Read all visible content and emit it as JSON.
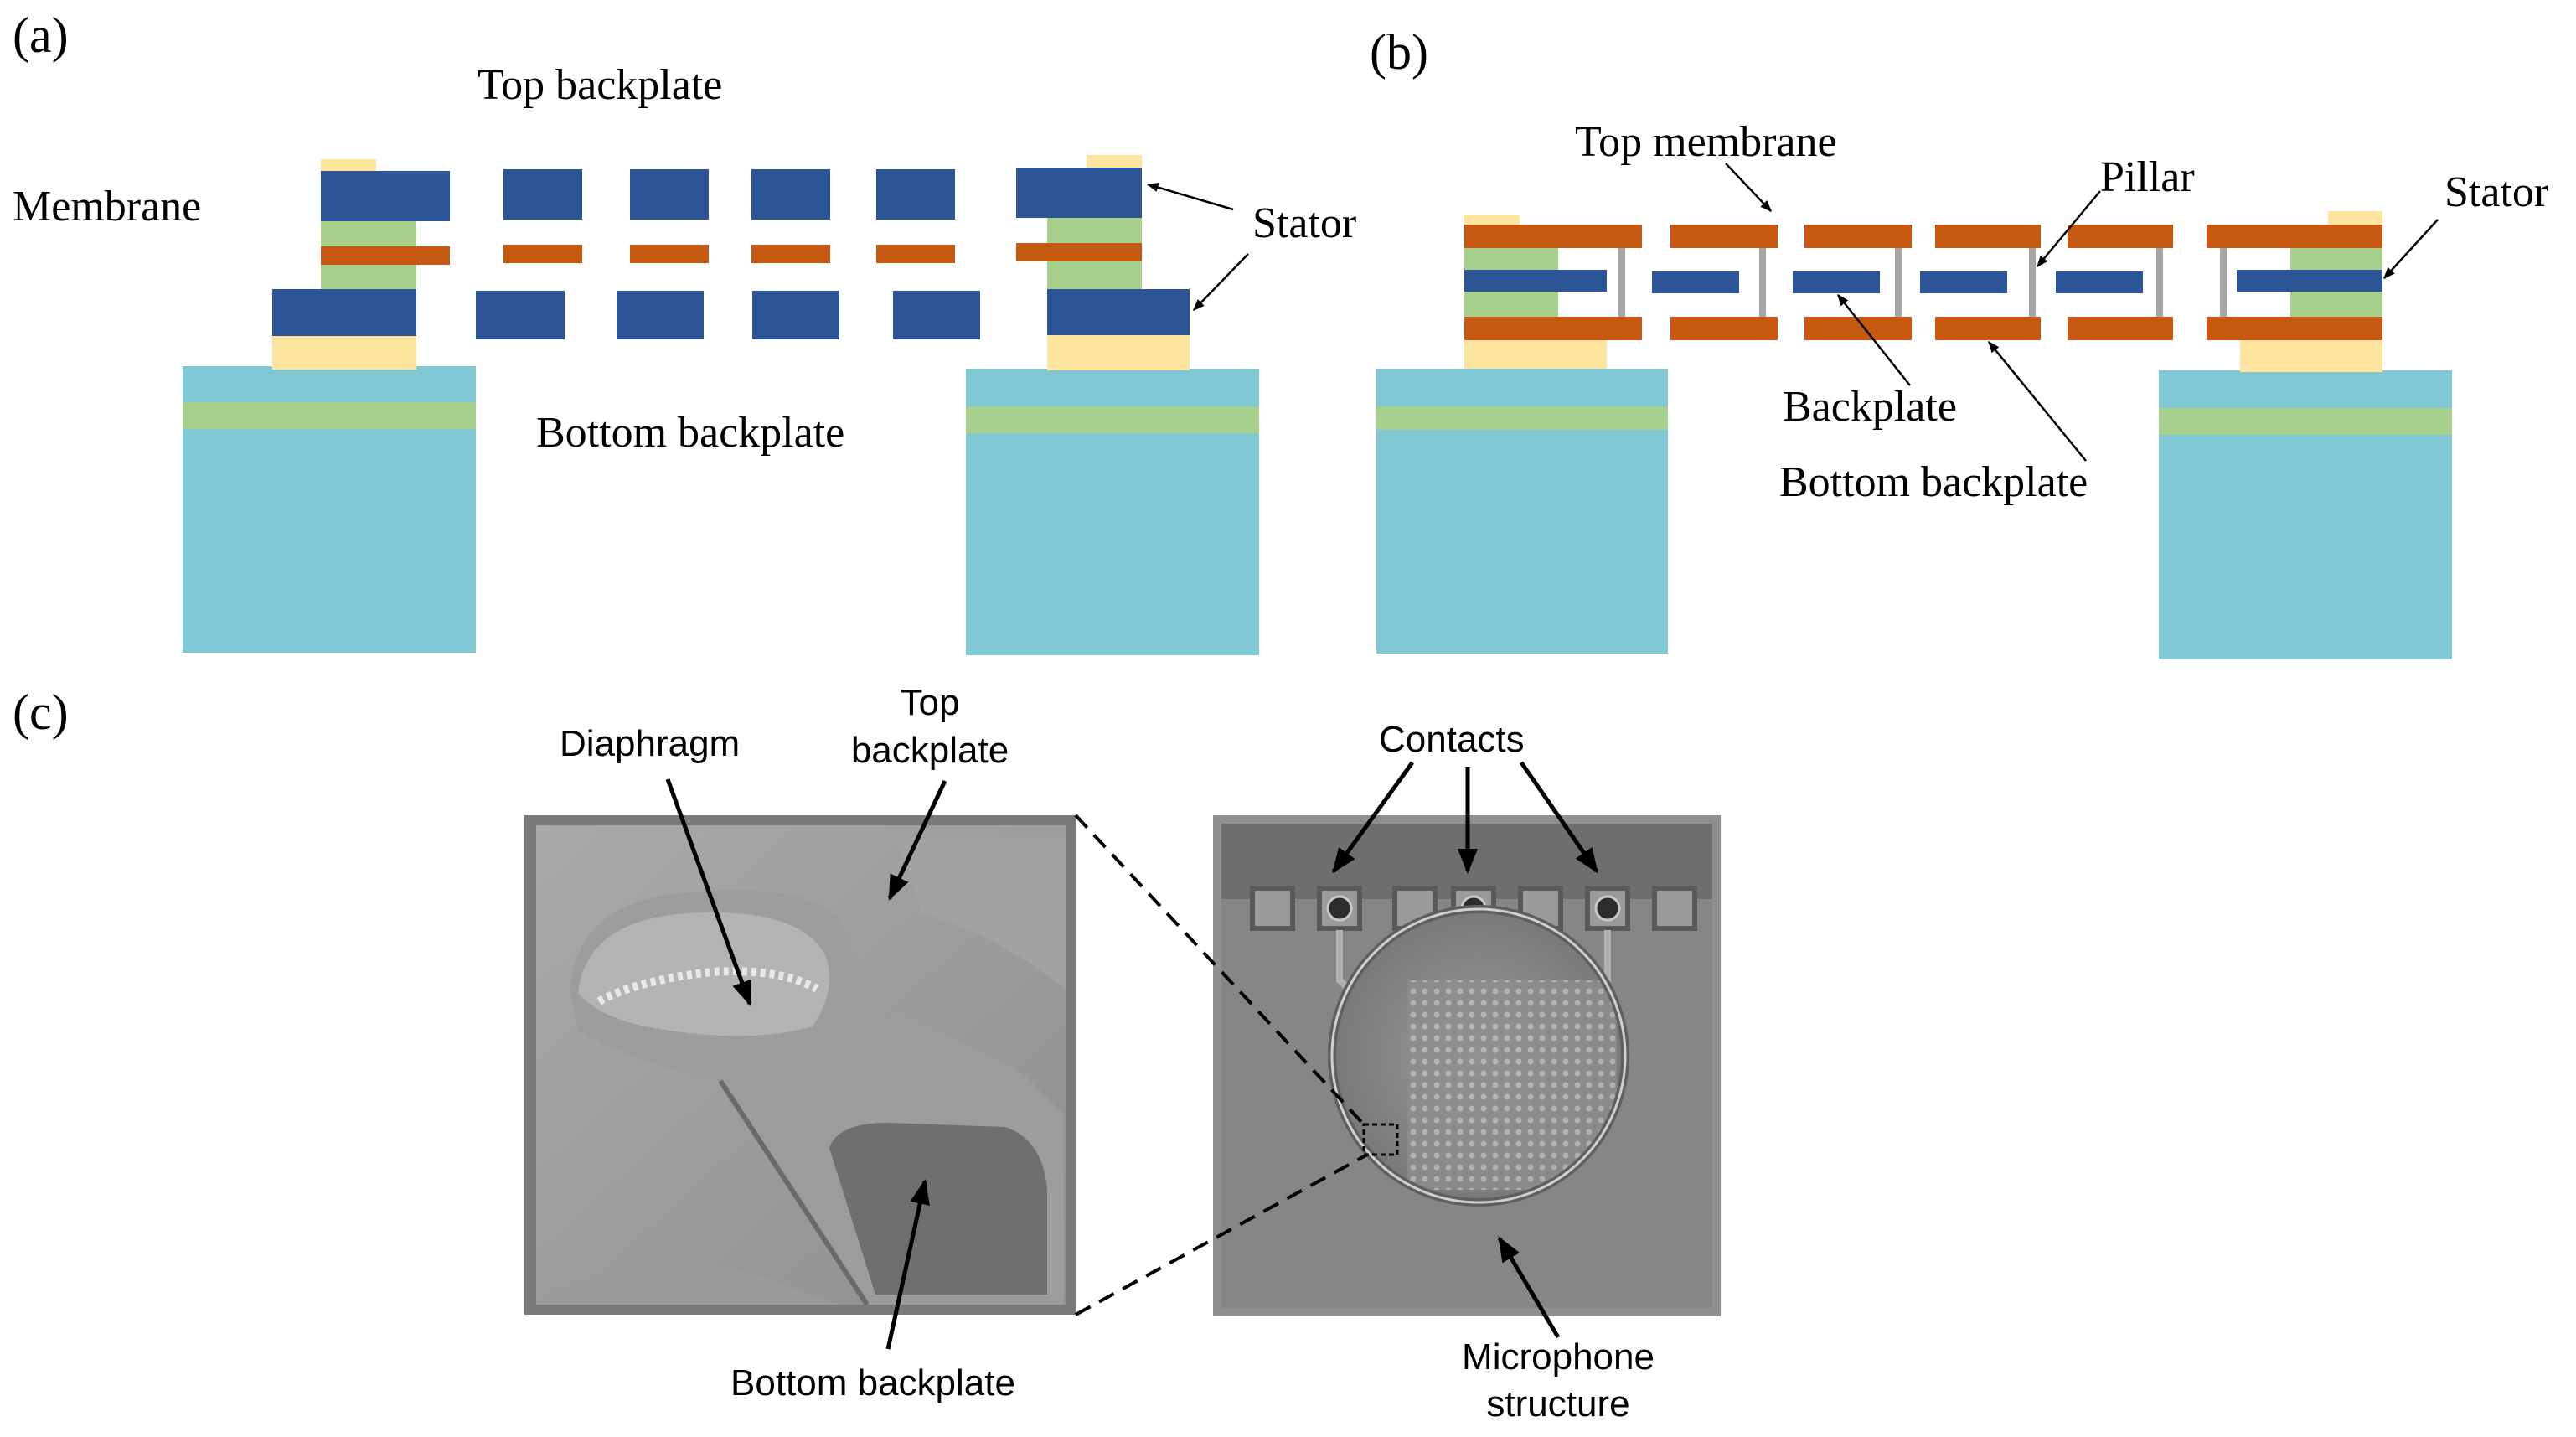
{
  "panels": {
    "a": "(a)",
    "b": "(b)",
    "c": "(c)"
  },
  "panel_a": {
    "top_backplate": "Top backplate",
    "membrane": "Membrane",
    "stator": "Stator",
    "bottom_backplate": "Bottom backplate"
  },
  "panel_b": {
    "top_membrane": "Top membrane",
    "pillar": "Pillar",
    "stator": "Stator",
    "backplate": "Backplate",
    "bottom_backplate": "Bottom backplate"
  },
  "panel_c": {
    "diaphragm": "Diaphragm",
    "top_backplate_line1": "Top",
    "top_backplate_line2": "backplate",
    "bottom_backplate": "Bottom backplate",
    "contacts": "Contacts",
    "microphone_line1": "Microphone",
    "microphone_line2": "structure"
  },
  "colors": {
    "substrate": "#7fc8d3",
    "oxide": "#a8d08d",
    "pad": "#fde5a0",
    "blue_layer": "#2b5597",
    "orange_layer": "#c65911",
    "pillar": "#a6a6a6"
  }
}
